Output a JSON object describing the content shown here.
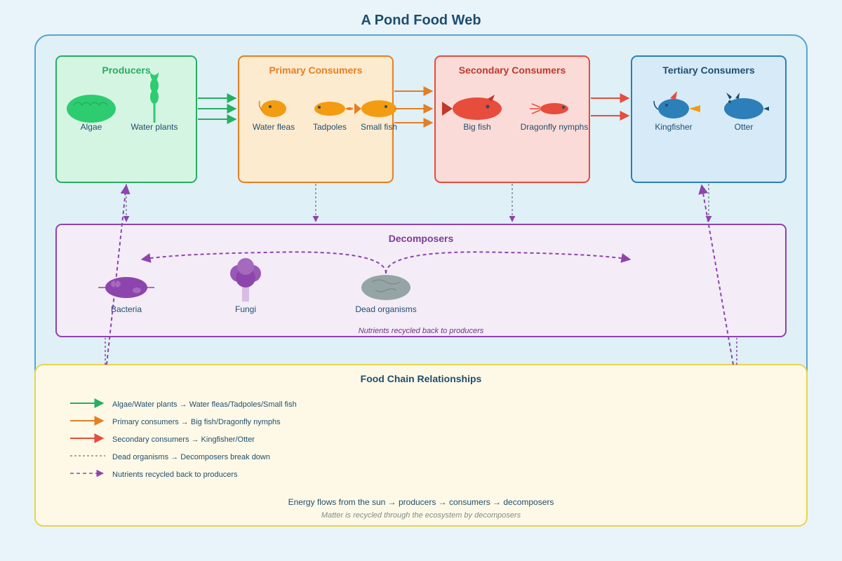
{
  "title": "A Pond Food Web",
  "colors": {
    "background": "#e8f4fa",
    "outer_border": "#5ba3cf",
    "producers": "#27ae60",
    "primary": "#e67e22",
    "secondary": "#e74c3c",
    "tertiary": "#2980b9",
    "decomposers": "#8e44ad",
    "legend_border": "#e8d44d",
    "fish_orange": "#f39c12",
    "animal_blue": "#2c7fb8",
    "dead_gray": "#95a5a6"
  },
  "producers": {
    "label": "Producers",
    "items": [
      {
        "label": "Algae",
        "icon": "algae-icon"
      },
      {
        "label": "Water plants",
        "icon": "water-plant-icon"
      }
    ]
  },
  "primary": {
    "label": "Primary Consumers",
    "items": [
      {
        "label": "Water fleas",
        "icon": "water-flea-icon"
      },
      {
        "label": "Tadpoles",
        "icon": "tadpole-icon"
      },
      {
        "label": "Small fish",
        "icon": "small-fish-icon"
      }
    ]
  },
  "secondary": {
    "label": "Secondary Consumers",
    "items": [
      {
        "label": "Big fish",
        "icon": "big-fish-icon"
      },
      {
        "label": "Dragonfly nymphs",
        "icon": "dragonfly-nymph-icon"
      }
    ]
  },
  "tertiary": {
    "label": "Tertiary Consumers",
    "items": [
      {
        "label": "Kingfisher",
        "icon": "kingfisher-icon"
      },
      {
        "label": "Otter",
        "icon": "otter-icon"
      }
    ]
  },
  "decomposers": {
    "label": "Decomposers",
    "items": [
      {
        "label": "Bacteria",
        "icon": "bacteria-icon"
      },
      {
        "label": "Fungi",
        "icon": "fungi-icon"
      },
      {
        "label": "Dead organisms",
        "icon": "dead-organisms-icon"
      }
    ],
    "note": "Nutrients recycled back to producers"
  },
  "legend": {
    "title": "Food Chain Relationships",
    "entries": [
      {
        "text": "Algae/Water plants → Water fleas/Tadpoles/Small fish"
      },
      {
        "text": "Primary consumers → Big fish/Dragonfly nymphs"
      },
      {
        "text": "Secondary consumers → Kingfisher/Otter"
      },
      {
        "text": "Dead organisms → Decomposers break down"
      },
      {
        "text": "Nutrients recycled back to producers"
      }
    ],
    "energy_note": "Energy flows from the sun → producers → consumers → decomposers",
    "matter_note": "Matter is recycled through the ecosystem by decomposers"
  }
}
